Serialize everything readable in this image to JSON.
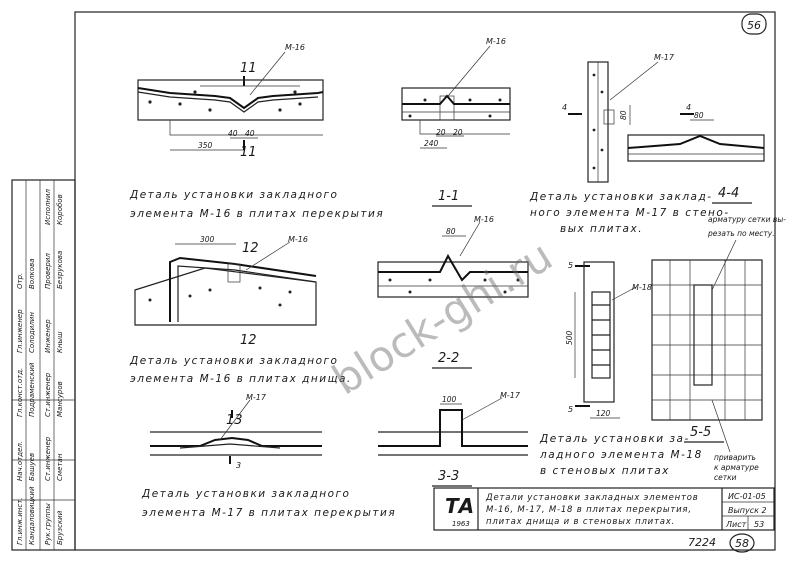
{
  "sheet": {
    "page_top_number": "56",
    "bottom_number": "58",
    "archive_code": "7224"
  },
  "watermark": "block-ghi.ru",
  "views": {
    "v11": {
      "label": "11",
      "mark": "М-16",
      "dims": [
        "40",
        "40",
        "350"
      ]
    },
    "vtop2": {
      "mark": "М-16",
      "dims": [
        "20",
        "20",
        "240"
      ]
    },
    "vtop3": {
      "mark": "М-17",
      "section": "4",
      "dims": [
        "80",
        "80"
      ]
    },
    "v12": {
      "label": "12",
      "mark": "М-16",
      "dims": [
        "300"
      ]
    },
    "v11b": {
      "label": "1-1",
      "mark": "М-16",
      "dims": [
        "80"
      ]
    },
    "v22": {
      "label": "2-2"
    },
    "v44": {
      "label": "4-4",
      "note": "арматуру сетки вы-\nрезать по месту."
    },
    "v55": {
      "label": "5-5",
      "section": "5",
      "mark": "М-18",
      "dims": [
        "500",
        "120"
      ],
      "note": "приварить\nк арматуре\nсетки"
    },
    "v13": {
      "label": "13",
      "section": "3",
      "mark": "М-17"
    },
    "v33": {
      "label": "3-3",
      "mark": "М-17",
      "dims": [
        "100"
      ]
    }
  },
  "captions": {
    "c1": {
      "line1": "Деталь установки закладного",
      "line2": "элемента М-16 в плитах перекрытия"
    },
    "c2": {
      "line1": "Деталь установки заклад-",
      "line2": "ного элемента М-17 в стено-",
      "line3": "вых плитах."
    },
    "c3": {
      "line1": "Деталь установки закладного",
      "line2": "элемента М-16 в плитах днища."
    },
    "c4": {
      "line1": "Деталь установки за-",
      "line2": "ладного элемента М-18",
      "line3": "в стеновых плитах"
    },
    "c5": {
      "line1": "Деталь установки закладного",
      "line2": "элемента М-17 в плитах перекрытия"
    }
  },
  "title_block": {
    "logo_main": "ТА",
    "logo_year": "1963",
    "title_line1": "Детали установки закладных элементов",
    "title_line2": "М-16, М-17, М-18 в плитах перекрытия,",
    "title_line3": "плитах днища и в стеновых плитах.",
    "series": "ИС-01-05",
    "issue": "Выпуск 2",
    "sheet_label": "Лист",
    "sheet_no": "53"
  },
  "side_stamp": {
    "rows": [
      [
        "Гл.инж.инст.",
        "Кандаловицкий"
      ],
      [
        "Нач.отдел.",
        "Башуев"
      ],
      [
        "Гл.конст.отд.",
        "Подраменский"
      ],
      [
        "Гл.инженер",
        "Солодилин"
      ],
      [
        "Отр.",
        "Волкова"
      ],
      [
        "Рук.группы",
        "Брузский"
      ],
      [
        "Ст.инженер",
        "Сметан"
      ],
      [
        "Ст.инженер",
        "Мансуров"
      ],
      [
        "Инженер",
        "Кныш"
      ],
      [
        "Проверил",
        "Безрукова"
      ],
      [
        "Исполнил",
        "Коробов"
      ]
    ]
  }
}
